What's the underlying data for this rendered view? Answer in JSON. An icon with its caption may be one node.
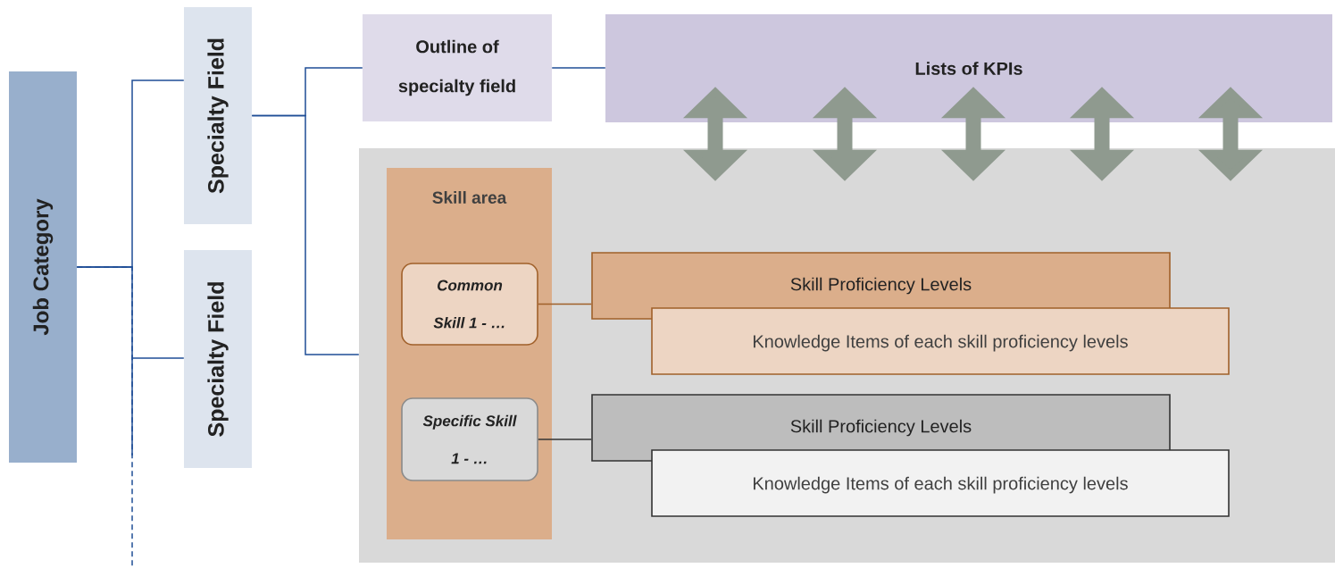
{
  "diagram": {
    "nodes": [
      {
        "text": [
          "Job Category"
        ]
      },
      {
        "text": [
          "Specialty Field"
        ]
      },
      {
        "text": [
          "Specialty Field"
        ]
      },
      {
        "text": [
          "Outline of specialty field"
        ]
      },
      {
        "text": [
          "Lists of KPIs"
        ]
      },
      {
        "text": [],
        "shape": "box"
      },
      {
        "text": [
          "Skill area"
        ],
        "in": 5
      },
      {
        "text": [
          "*Common* *Skill 1 - …*"
        ],
        "in": 6
      },
      {
        "text": [
          "*Specific* *Skill 1 - …*"
        ],
        "in": 6
      },
      {
        "text": [
          "Skill Proficiency Levels"
        ],
        "in": 5
      },
      {
        "text": [
          "Knowledge Items of each skill proficiency levels"
        ],
        "in": 5
      },
      {
        "text": [
          "Skill Proficiency Levels"
        ],
        "in": 5
      },
      {
        "text": [
          "Knowledge Items of each skill proficiency levels"
        ],
        "in": 5
      }
    ],
    "edges": [
      {
        "from": 0,
        "to": 1,
        "arrow": "none"
      },
      {
        "from": 0,
        "to": 2,
        "arrow": "none"
      },
      {
        "from": 0,
        "to": null,
        "arrow": "none",
        "style": "dashed"
      },
      {
        "from": 1,
        "to": 3,
        "arrow": "none"
      },
      {
        "from": 1,
        "to": 5,
        "arrow": "none"
      },
      {
        "from": 3,
        "to": 4,
        "arrow": "none"
      },
      {
        "from": 4,
        "to": 5,
        "arrow": "both",
        "style": "thick",
        "color": "#8f9a8f"
      },
      {
        "from": 4,
        "to": 5,
        "arrow": "both",
        "style": "thick",
        "color": "#8f9a8f"
      },
      {
        "from": 4,
        "to": 5,
        "arrow": "both",
        "style": "thick",
        "color": "#8f9a8f"
      },
      {
        "from": 4,
        "to": 5,
        "arrow": "both",
        "style": "thick",
        "color": "#8f9a8f"
      },
      {
        "from": 4,
        "to": 5,
        "arrow": "both",
        "style": "thick",
        "color": "#8f9a8f"
      },
      {
        "from": 7,
        "to": 9,
        "arrow": "none",
        "color": "#a0602a"
      },
      {
        "from": 8,
        "to": 11,
        "arrow": "none",
        "color": "#333333"
      }
    ]
  }
}
